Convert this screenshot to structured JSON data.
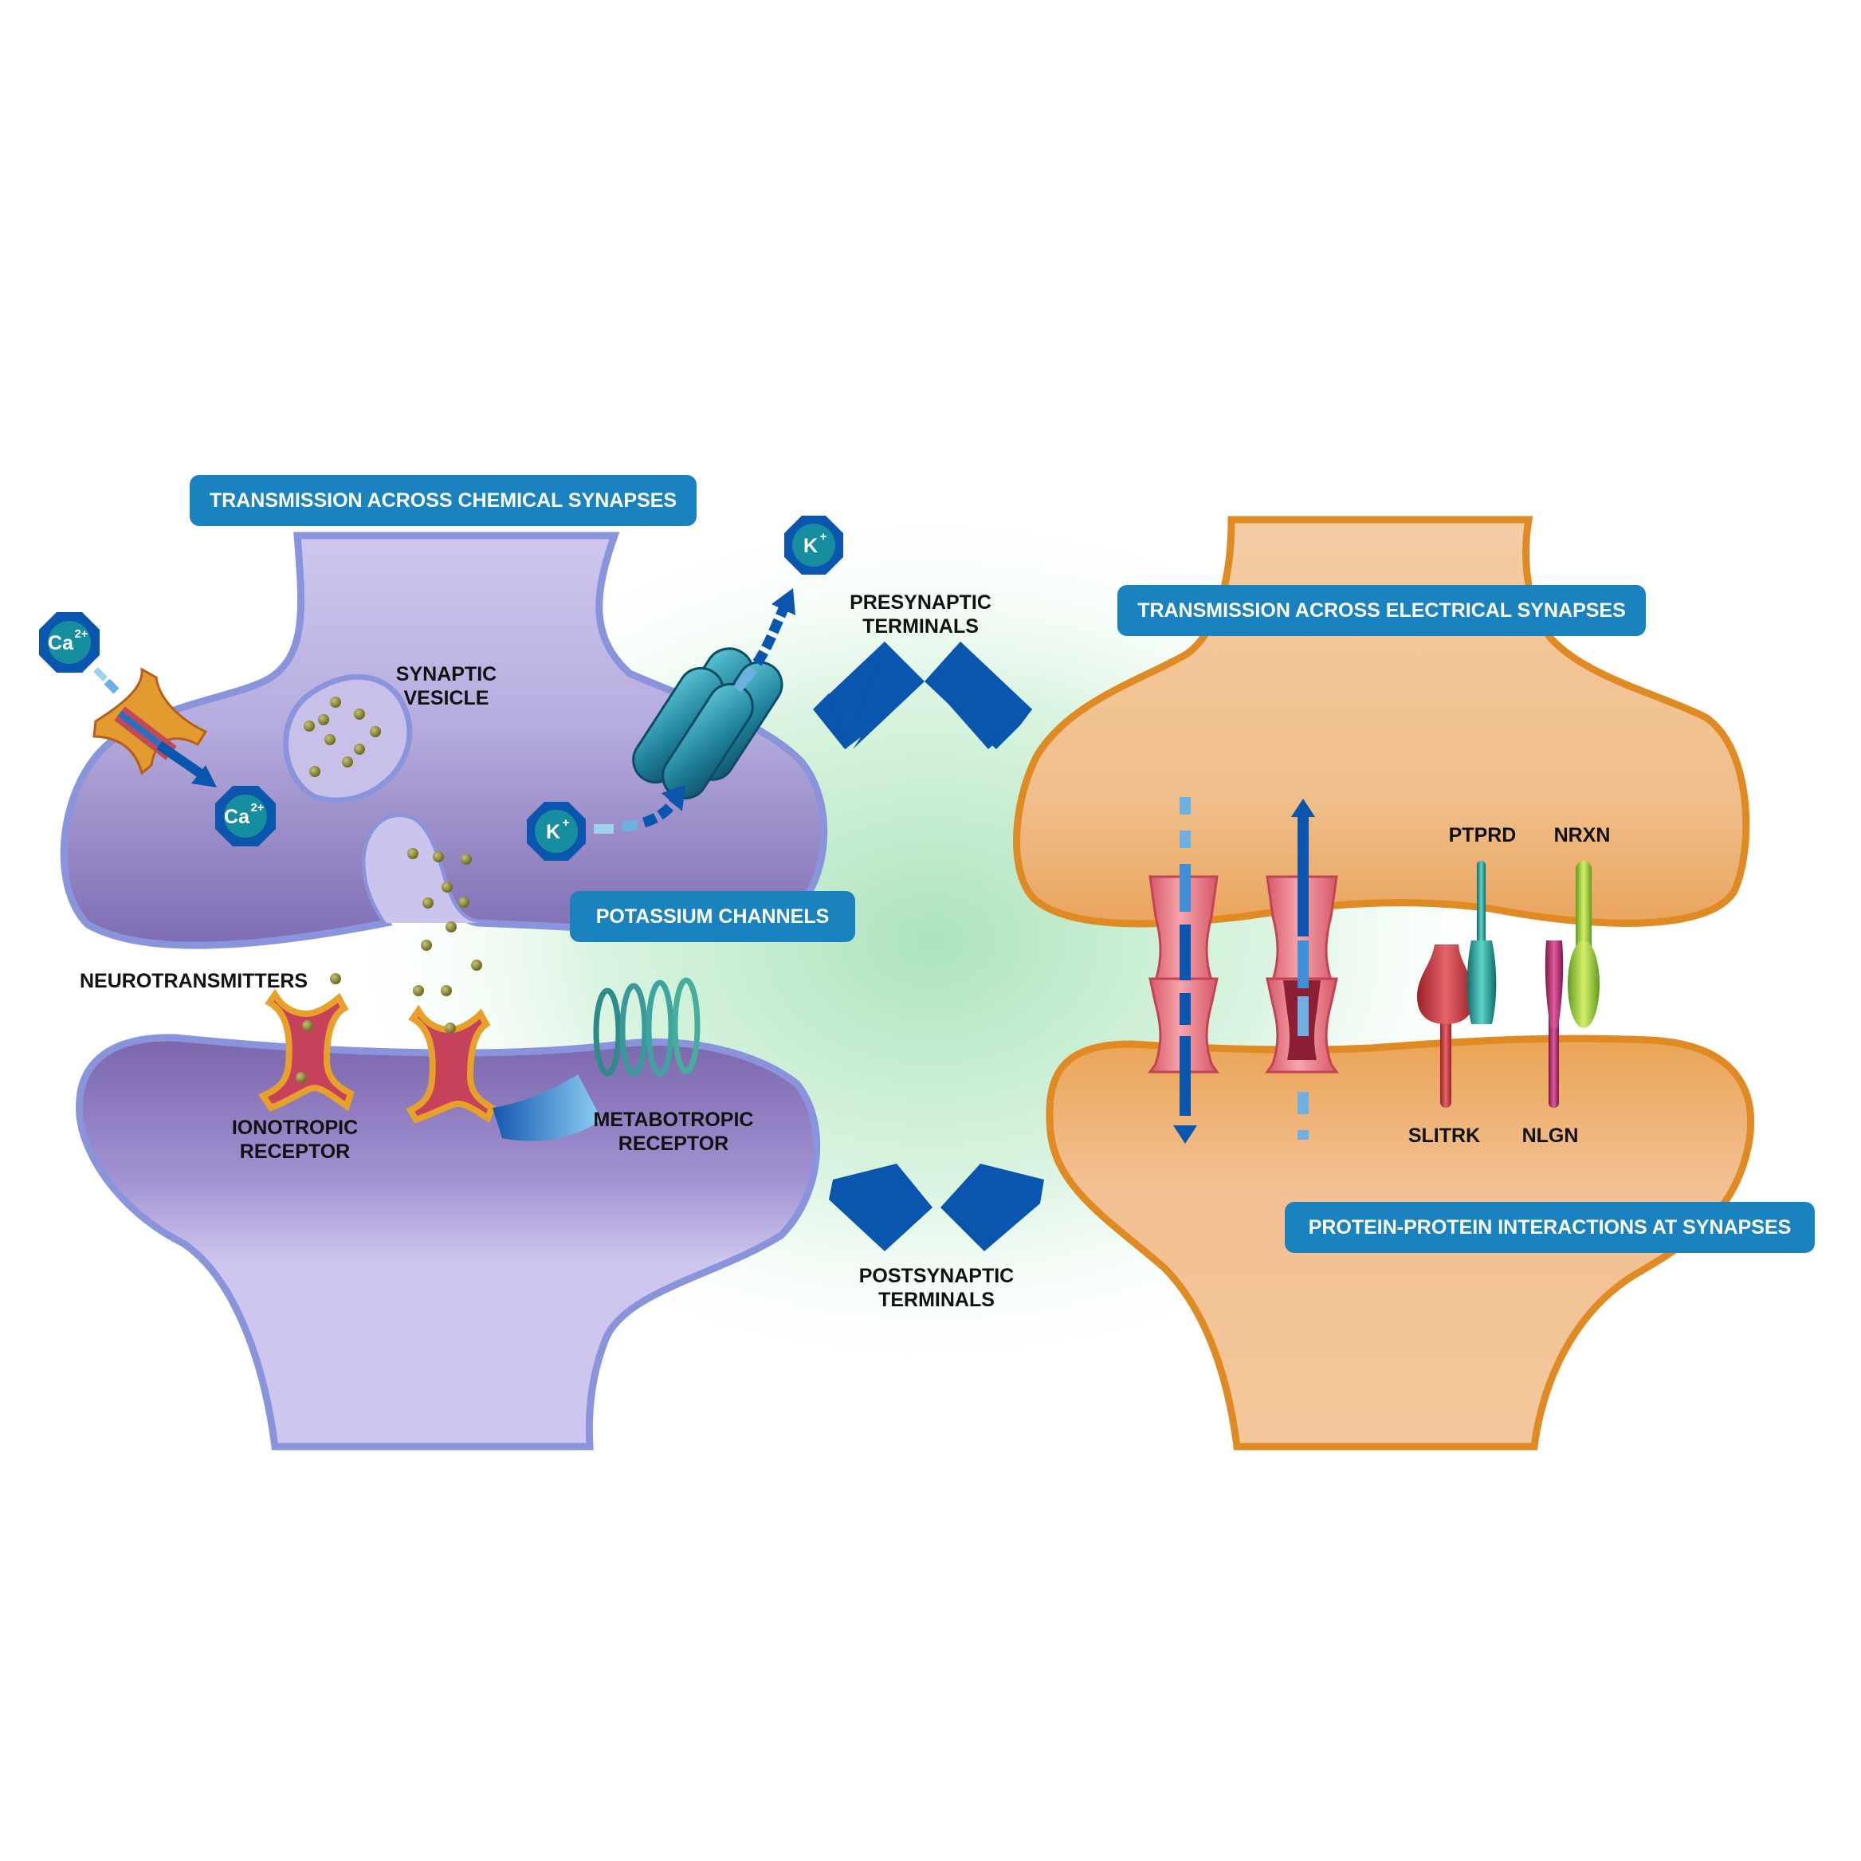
{
  "banners": {
    "chemical": "TRANSMISSION ACROSS CHEMICAL SYNAPSES",
    "electrical": "TRANSMISSION ACROSS ELECTRICAL SYNAPSES",
    "potassium": "POTASSIUM CHANNELS",
    "protein": "PROTEIN-PROTEIN INTERACTIONS AT SYNAPSES"
  },
  "labels": {
    "synaptic_vesicle": [
      "SYNAPTIC",
      "VESICLE"
    ],
    "presynaptic": [
      "PRESYNAPTIC",
      "TERMINALS"
    ],
    "postsynaptic": [
      "POSTSYNAPTIC",
      "TERMINALS"
    ],
    "neurotransmitters": "NEUROTRANSMITTERS",
    "ionotropic": [
      "IONOTROPIC",
      "RECEPTOR"
    ],
    "metabotropic": [
      "METABOTROPIC",
      "RECEPTOR"
    ],
    "ptprd": "PTPRD",
    "nrxn": "NRXN",
    "slitrk": "SLITRK",
    "nlgn": "NLGN"
  },
  "ions": {
    "calcium": {
      "base": "Ca",
      "sup": "2+"
    },
    "potassium": {
      "base": "K",
      "sup": "+"
    }
  },
  "colors": {
    "banner": "#1a82bf",
    "chemical_membrane": "#8a94dc",
    "electrical_membrane": "#e08a24",
    "arrow": "#0a55ad",
    "arrow_light": "#6fb0e2",
    "ion_badge": "#0a55ad"
  }
}
